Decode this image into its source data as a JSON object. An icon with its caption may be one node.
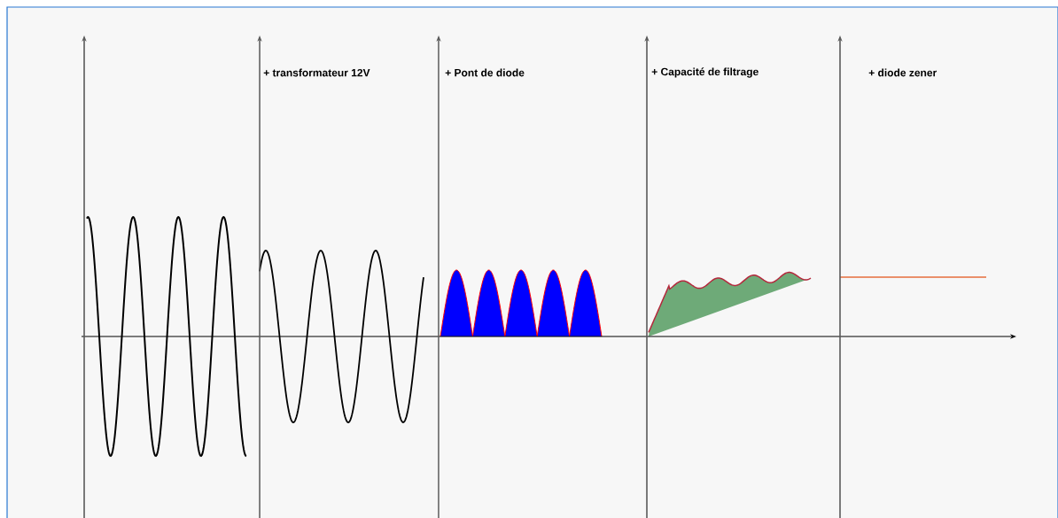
{
  "diagram": {
    "labels": [
      "+ transformateur 12V",
      "+ Pont de diode",
      "+ Capacité de filtrage",
      "+ diode zener"
    ]
  }
}
